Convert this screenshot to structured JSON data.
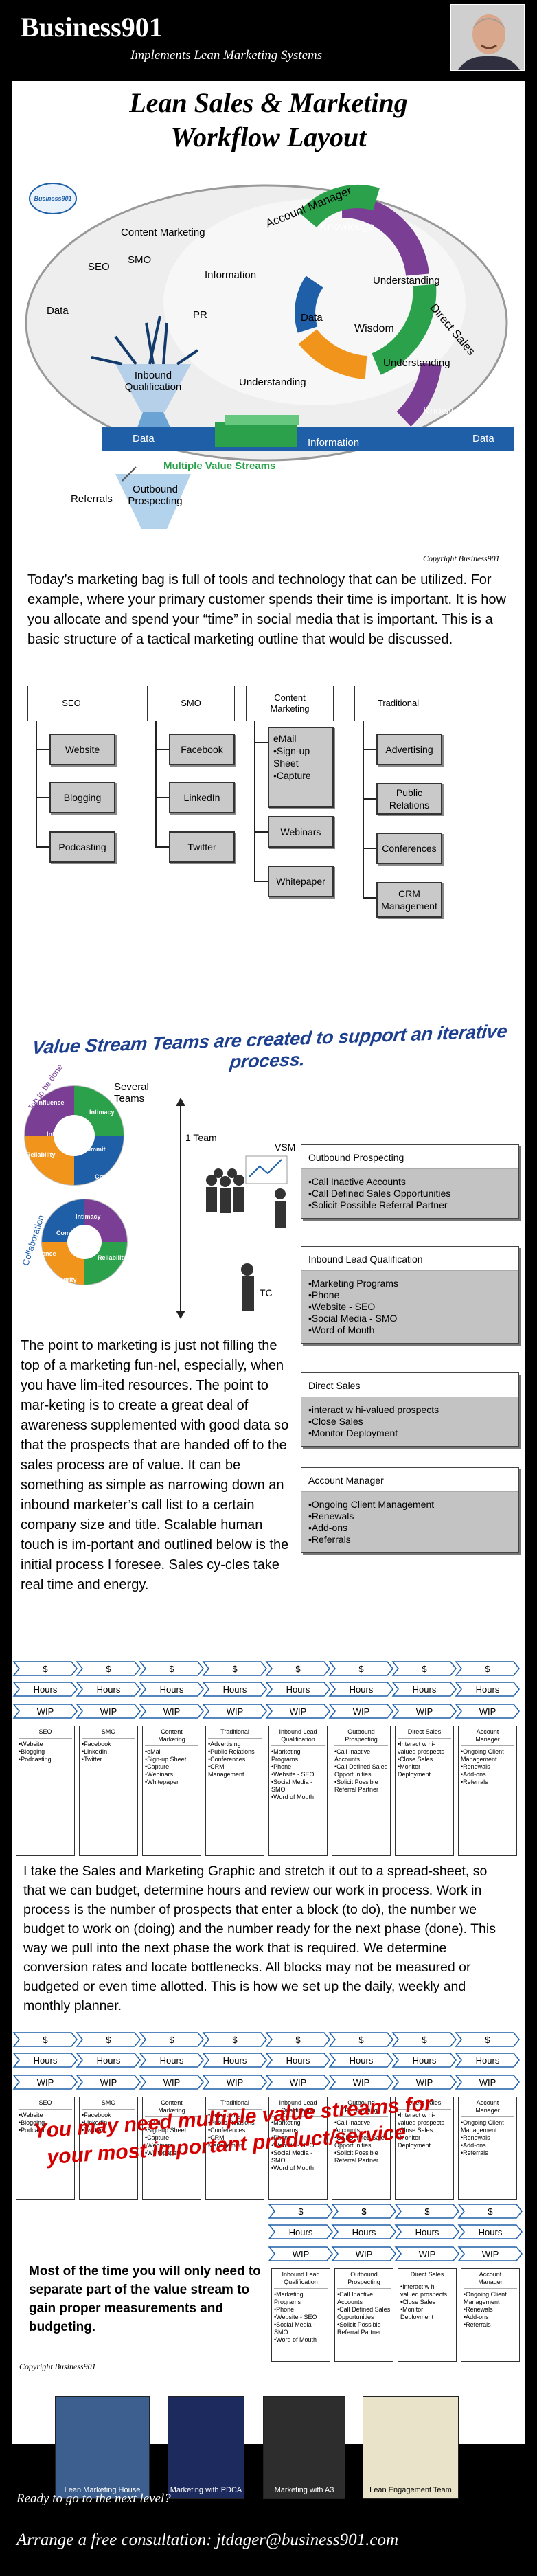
{
  "header": {
    "brand": "Business901",
    "tagline": "Implements Lean Marketing Systems"
  },
  "title": {
    "line1": "Lean Sales & Marketing",
    "line2": "Workflow Layout"
  },
  "diagram": {
    "logo_text": "Business901",
    "labels": {
      "content_marketing": "Content Marketing",
      "seo": "SEO",
      "smo": "SMO",
      "data_left": "Data",
      "pr": "PR",
      "information_top": "Information",
      "inbound": "Inbound\nQualification",
      "account_manager": "Account Manager",
      "knowledge_top": "Knowledge",
      "understanding_top": "Understanding",
      "data_center": "Data",
      "wisdom": "Wisdom",
      "direct_sales": "Direct Sales",
      "understanding_right": "Understanding",
      "understanding_mid": "Understanding",
      "knowledge_right": "Knowledge",
      "data_box_left": "Data",
      "data_box_right": "Data",
      "information_bottom": "Information",
      "multiple_value_streams": "Multiple Value Streams",
      "referrals": "Referrals",
      "outbound": "Outbound\nProspecting"
    },
    "copyright": "Copyright Business901"
  },
  "intro": "Today’s marketing bag is full of tools and technology that can be utilized. For example, where your primary customer spends their time is important. It is how you allocate and spend your “time” in social media that is important. This is a basic structure of a tactical marketing outline that would be discussed.",
  "channels": [
    {
      "head": "SEO",
      "items": [
        "Website",
        "Blogging",
        "Podcasting"
      ]
    },
    {
      "head": "SMO",
      "items": [
        "Facebook",
        "LinkedIn",
        "Twitter"
      ]
    },
    {
      "head": "Content\nMarketing",
      "items": [
        "eMail\n•Sign-up\nSheet\n•Capture",
        "Webinars",
        "Whitepaper"
      ]
    },
    {
      "head": "Traditional",
      "items": [
        "Advertising",
        "Public\nRelations",
        "Conferences",
        "CRM\nManagement"
      ]
    }
  ],
  "slogan": "Value Stream Teams are created to support an iterative process.",
  "teams_graphic": {
    "job_to_be_done": "Job to be done",
    "several_teams": "Several\nTeams",
    "one_team": "1 Team",
    "vsm": "VSM",
    "tc": "TC",
    "collaboration": "Collaboration",
    "wheel_words": [
      "Influence",
      "Intimacy",
      "Integrity",
      "Commit",
      "Reliability",
      "Credibility",
      "Intimacy",
      "Commit",
      "Influence",
      "Reliability",
      "Integrity",
      "Credibility",
      "Commit",
      "Influence"
    ]
  },
  "teams": [
    {
      "head": "Outbound Prospecting",
      "items": [
        "Call Inactive Accounts",
        "Call Defined Sales Opportunities",
        "Solicit Possible Referral Partner"
      ]
    },
    {
      "head": "Inbound Lead Qualification",
      "items": [
        "Marketing Programs",
        "Phone",
        "Website - SEO",
        "Social Media - SMO",
        "Word of Mouth"
      ]
    },
    {
      "head": "Direct Sales",
      "items": [
        "interact w hi-valued prospects",
        "Close Sales",
        "Monitor Deployment"
      ]
    },
    {
      "head": "Account Manager",
      "items": [
        "Ongoing Client Management",
        "Renewals",
        "Add-ons",
        "Referrals"
      ]
    }
  ],
  "marketing_para": "The point to marketing is just not filling the top of a marketing fun-nel, especially, when you have lim-ited resources. The point to mar-keting is to create a great deal of awareness supplemented with good data so that the prospects that are handed off to the sales process are of value. It can be something as simple as narrowing down an inbound marketer’s call list to a certain company size and title. Scalable human touch is im-portant and outlined below is the initial process I foresee. Sales cy-cles take real time and energy.",
  "flow": {
    "dollar": "$",
    "hours": "Hours",
    "wip": "WIP",
    "stages": [
      {
        "head": "SEO",
        "items": [
          "Website",
          "Blogging",
          "Podcasting"
        ]
      },
      {
        "head": "SMO",
        "items": [
          "Facebook",
          "LinkedIn",
          "Twitter"
        ]
      },
      {
        "head": "Content\nMarketing",
        "items": [
          "eMail",
          "Sign-up Sheet",
          "Capture",
          "Webinars",
          "Whitepaper"
        ]
      },
      {
        "head": "Traditional",
        "items": [
          "Advertising",
          "Public Relations",
          "Conferences",
          "CRM Management"
        ]
      },
      {
        "head": "Inbound Lead\nQualification",
        "items": [
          "Marketing Programs",
          "Phone",
          "Website - SEO",
          "Social Media - SMO",
          "Word of Mouth"
        ]
      },
      {
        "head": "Outbound\nProspecting",
        "items": [
          "Call Inactive Accounts",
          "Call Defined Sales Opportunities",
          "Solicit Possible Referral Partner"
        ]
      },
      {
        "head": "Direct Sales",
        "items": [
          "Interact w hi-valued prospects",
          "Close Sales",
          "Monitor Deployment"
        ]
      },
      {
        "head": "Account\nManager",
        "items": [
          "Ongoing Client Management",
          "Renewals",
          "Add-ons",
          "Referrals"
        ]
      }
    ]
  },
  "planning_para": "I take the Sales and Marketing Graphic and stretch it out to a spread-sheet, so that we can budget, determine hours and review our work in process. Work in process is the number of prospects that enter a block (to do), the number we budget to work on (doing) and the number ready for the next phase (done). This way we pull into the next phase the work that is required. We determine conversion rates and locate bottlenecks.  All blocks may not be measured or budgeted or even time allotted. This is how we set up the daily, weekly and monthly planner.",
  "overlay_red": {
    "line1": "You may need multiple value streams for",
    "line2": "your most important product/service"
  },
  "partial_para": "Most of the time you will only need to separate part of the value stream to gain proper measurements and budgeting.",
  "copyright_bottom": "Copyright Business901",
  "books": [
    "Lean Marketing House",
    "Marketing with PDCA",
    "Marketing with A3",
    "Lean Engagement Team"
  ],
  "footer": {
    "question": "Ready to go to the next level?",
    "consult": "Arrange a free consultation: jtdager@business901.com"
  },
  "colors": {
    "blue": "#1f5fa8",
    "green": "#2aa14a",
    "orange": "#f0941c",
    "purple": "#7a3f95",
    "slogan": "#1d3f8f",
    "red": "#d40000"
  }
}
